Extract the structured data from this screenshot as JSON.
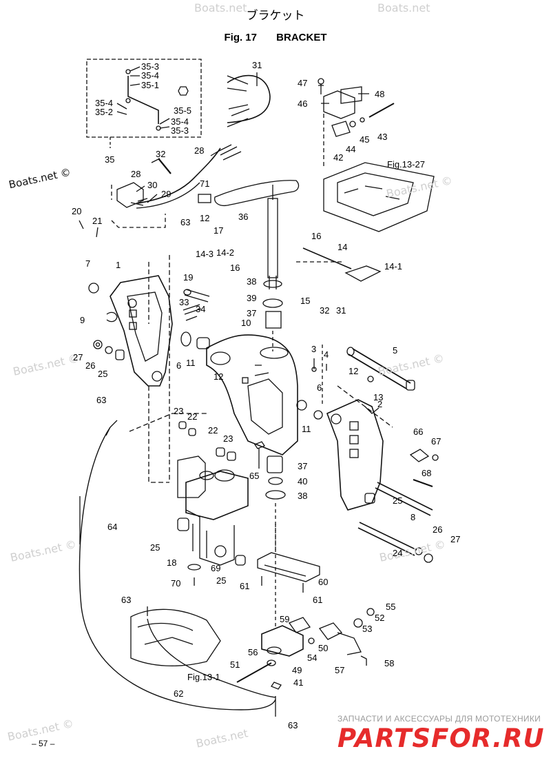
{
  "header": {
    "title_jp": "ブラケット",
    "fig": "Fig. 17",
    "title_en": "BRACKET"
  },
  "watermarks": [
    "Boats.net",
    "Boats.net ©",
    "Boats.net ©",
    "Boats.net ©",
    "Boats.net ©",
    "Boats.net ©",
    "Boats.net ©",
    "Boats.net ©"
  ],
  "references": [
    "Fig.13-27",
    "Fig.13-1"
  ],
  "footer": {
    "page_number": "– 57 –",
    "shop_tagline": "ЗАПЧАСТИ И АКСЕССУАРЫ ДЛЯ МОТОТЕХНИКИ",
    "shop_name": "PARTSFOR.RU"
  },
  "labels": [
    "35-3",
    "35-4",
    "35-1",
    "35-4",
    "35-2",
    "35-5",
    "35-4",
    "35-3",
    "35",
    "31",
    "47",
    "48",
    "46",
    "45",
    "44",
    "43",
    "42",
    "32",
    "28",
    "28",
    "30",
    "29",
    "71",
    "20",
    "21",
    "63",
    "12",
    "17",
    "14-3",
    "14-2",
    "16",
    "36",
    "16",
    "14",
    "14-1",
    "7",
    "1",
    "19",
    "38",
    "39",
    "15",
    "32",
    "31",
    "33",
    "34",
    "37",
    "10",
    "9",
    "27",
    "26",
    "25",
    "6",
    "11",
    "3",
    "4",
    "5",
    "12",
    "12",
    "13",
    "6",
    "11",
    "2",
    "63",
    "23",
    "22",
    "22",
    "23",
    "65",
    "37",
    "40",
    "38",
    "66",
    "67",
    "68",
    "25",
    "8",
    "64",
    "25",
    "26",
    "27",
    "24",
    "18",
    "69",
    "25",
    "70",
    "61",
    "60",
    "61",
    "63",
    "55",
    "52",
    "53",
    "59",
    "50",
    "58",
    "56",
    "54",
    "57",
    "49",
    "51",
    "41",
    "62",
    "63"
  ]
}
